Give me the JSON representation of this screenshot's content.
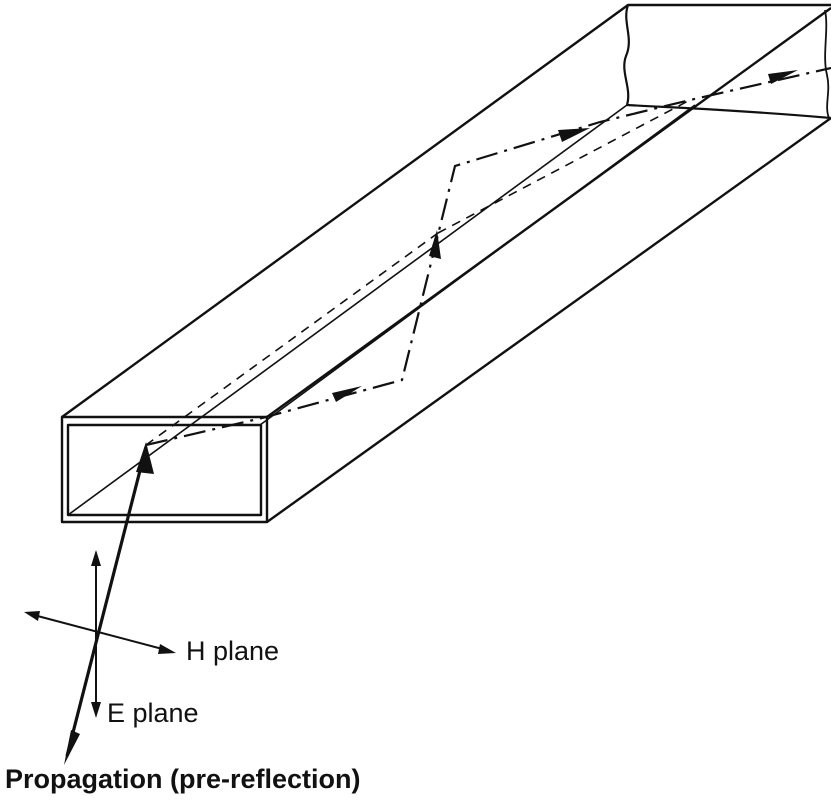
{
  "labels": {
    "h_plane": "H plane",
    "e_plane": "E plane",
    "propagation": "Propagation (pre-reflection)"
  },
  "colors": {
    "ink": "#111111",
    "background": "#ffffff"
  }
}
